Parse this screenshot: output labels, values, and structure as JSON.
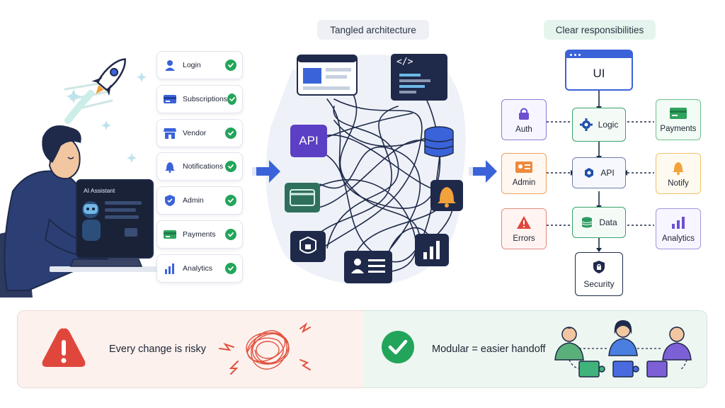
{
  "features": [
    {
      "label": "Login",
      "icon": "person-icon"
    },
    {
      "label": "Subscriptions",
      "icon": "card-icon"
    },
    {
      "label": "Vendor",
      "icon": "store-icon"
    },
    {
      "label": "Notifications",
      "icon": "bell-icon"
    },
    {
      "label": "Admin",
      "icon": "shield-icon"
    },
    {
      "label": "Payments",
      "icon": "cash-icon"
    },
    {
      "label": "Analytics",
      "icon": "bar-chart-icon"
    }
  ],
  "laptop": {
    "screen_title": "AI Assistant"
  },
  "tangled": {
    "title": "Tangled architecture",
    "api_label": "API",
    "code_label": "</>"
  },
  "clear": {
    "title": "Clear responsibilities",
    "ui": "UI",
    "logic": "Logic",
    "api": "API",
    "data": "Data",
    "security": "Security",
    "left_services": [
      "Auth",
      "Admin",
      "Errors"
    ],
    "right_services": [
      "Payments",
      "Notify",
      "Analytics"
    ]
  },
  "risk": {
    "text": "Every change is risky",
    "icon": "warning-icon"
  },
  "modular": {
    "text": "Modular = easier handoff",
    "icon": "check-icon"
  },
  "colors": {
    "navy": "#1f2a4a",
    "blue": "#3b63d9",
    "green": "#22a55a",
    "red": "#e0473c",
    "orange": "#f2a23a",
    "purple": "#6d4fd1",
    "teal": "#2f6f5e"
  }
}
